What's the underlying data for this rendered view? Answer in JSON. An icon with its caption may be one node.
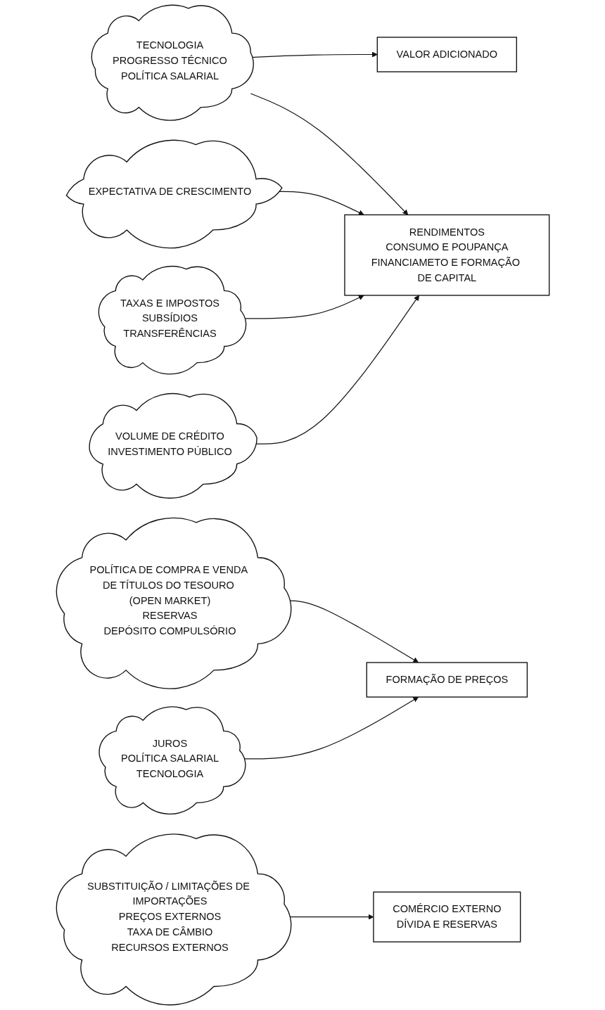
{
  "diagram": {
    "nodes": [
      {
        "text": [
          "TECNOLOGIA",
          "PROGRESSO TÉCNICO",
          "POLÍTICA SALARIAL"
        ]
      },
      {
        "text": [
          "VALOR ADICIONADO"
        ]
      },
      {
        "text": [
          "EXPECTATIVA DE CRESCIMENTO"
        ]
      },
      {
        "text": [
          "TAXAS E IMPOSTOS",
          "SUBSÍDIOS",
          "TRANSFERÊNCIAS"
        ]
      },
      {
        "text": [
          "RENDIMENTOS",
          "CONSUMO E POUPANÇA",
          "FINANCIAMETO E FORMAÇÃO DE CAPITAL"
        ]
      },
      {
        "text": [
          "VOLUME DE CRÉDITO",
          "INVESTIMENTO PÚBLICO"
        ]
      },
      {
        "text": [
          "POLÍTICA DE COMPRA E VENDA DE TÍTULOS DO TESOURO (OPEN MARKET)",
          "RESERVAS",
          "DEPÓSITO COMPULSÓRIO"
        ]
      },
      {
        "text": [
          "FORMAÇÃO DE PREÇOS"
        ]
      },
      {
        "text": [
          "JUROS",
          "POLÍTICA SALARIAL",
          "TECNOLOGIA"
        ]
      },
      {
        "text": [
          "SUBSTITUIÇÃO / LIMITAÇÕES DE IMPORTAÇÕES",
          "PREÇOS EXTERNOS",
          "TAXA DE CÂMBIO",
          "RECURSOS EXTERNOS"
        ]
      },
      {
        "text": [
          "COMÉRCIO EXTERNO",
          "DÍVIDA E RESERVAS"
        ]
      }
    ],
    "edges": [
      {
        "from": 0,
        "to": 1,
        "arrow": "to"
      },
      {
        "from": 0,
        "to": 4,
        "arrow": "to"
      },
      {
        "from": 2,
        "to": 4,
        "arrow": "to"
      },
      {
        "from": 3,
        "to": 4,
        "arrow": "to"
      },
      {
        "from": 5,
        "to": 4,
        "arrow": "to"
      },
      {
        "from": 6,
        "to": 7,
        "arrow": "to"
      },
      {
        "from": 8,
        "to": 7,
        "arrow": "to"
      },
      {
        "from": 9,
        "to": 10,
        "arrow": "to"
      }
    ]
  }
}
